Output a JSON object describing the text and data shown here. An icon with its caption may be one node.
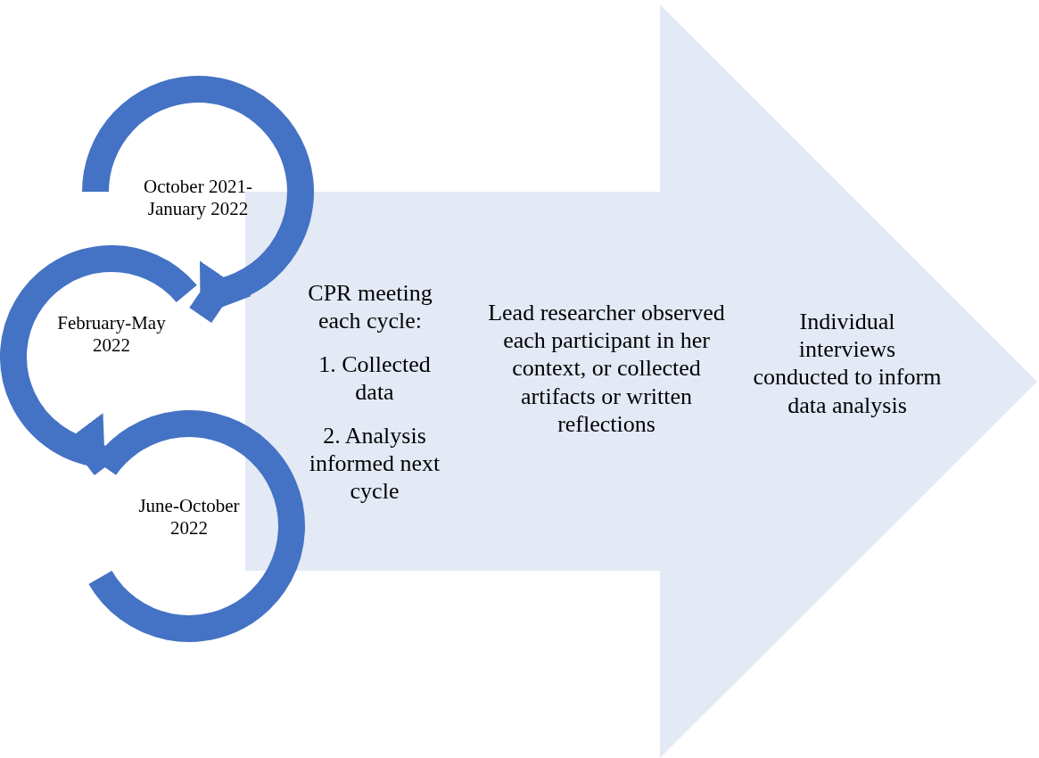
{
  "diagram": {
    "nodes": [
      {
        "text": [
          "October 2021-January 2022"
        ]
      },
      {
        "text": [
          "February-May 2022"
        ]
      },
      {
        "text": [
          "June-October 2022"
        ]
      },
      {
        "text": [
          "CPR meeting each cycle:",
          "1. Collected data",
          "2. Analysis informed next cycle",
          "Lead researcher observed each participant in her context, or collected artifacts or written reflections",
          "Individual interviews conducted to inform data analysis"
        ]
      }
    ],
    "edges": [
      {
        "from": 0,
        "to": 1,
        "arrow": "to"
      },
      {
        "from": 1,
        "to": 2,
        "arrow": "to"
      }
    ]
  }
}
